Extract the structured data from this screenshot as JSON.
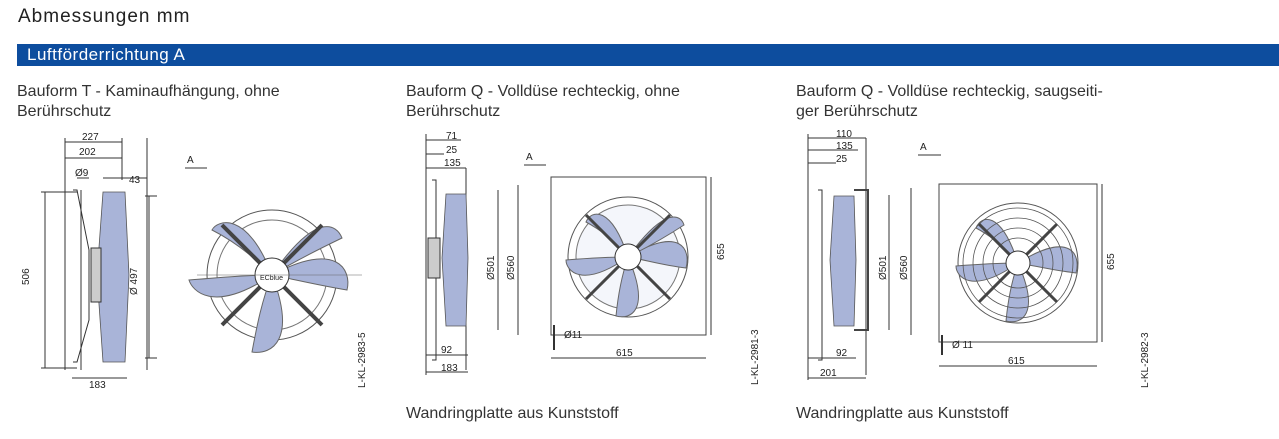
{
  "page_title": "Abmessungen mm",
  "section_bar": "Luftförderrichtung A",
  "panels": [
    {
      "title_line1": "Bauform T - Kaminaufhängung, ohne",
      "title_line2": "Berührschutz",
      "caption": "",
      "drawing_id": "L-KL-2983-5",
      "arrow_label": "A",
      "dims": [
        "227",
        "202",
        "Ø9",
        "43",
        "506",
        "Ø 497",
        "183"
      ]
    },
    {
      "title_line1": "Bauform Q - Volldüse rechteckig, ohne",
      "title_line2": "Berührschutz",
      "caption": "Wandringplatte aus Kunststoff",
      "drawing_id": "L-KL-2981-3",
      "arrow_label": "A",
      "dims": [
        "71",
        "25",
        "135",
        "Ø501",
        "Ø560",
        "92",
        "183",
        "Ø11",
        "615",
        "655"
      ]
    },
    {
      "title_line1": "Bauform Q - Volldüse rechteckig, saugseiti-",
      "title_line2": "ger Berührschutz",
      "caption": "Wandringplatte aus Kunststoff",
      "drawing_id": "L-KL-2982-3",
      "arrow_label": "A",
      "dims": [
        "110",
        "135",
        "25",
        "Ø501",
        "Ø560",
        "92",
        "201",
        "Ø 11",
        "615",
        "655"
      ]
    }
  ],
  "colors": {
    "bar": "#0d4d9e",
    "blade": "#a9b4d8",
    "line": "#333333"
  }
}
